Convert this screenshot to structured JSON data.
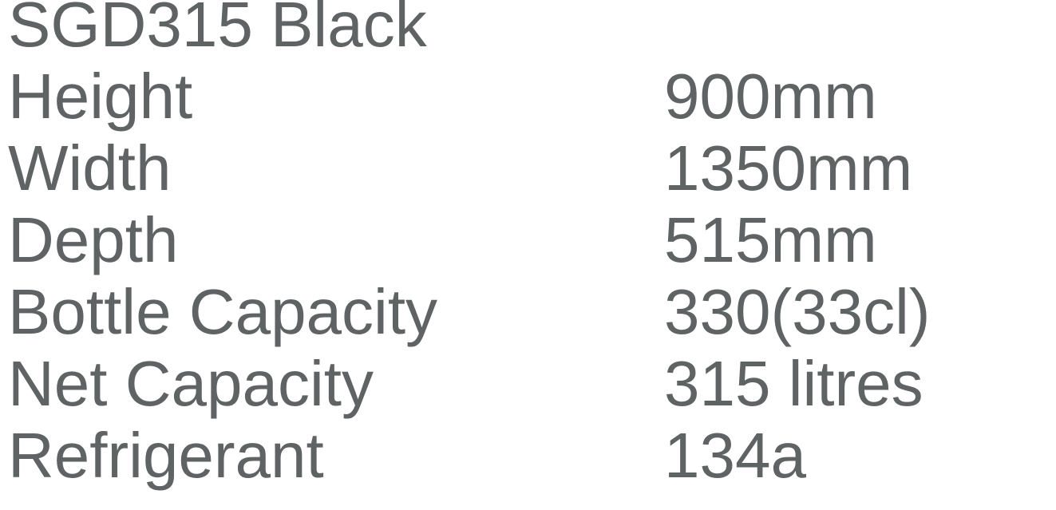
{
  "title": "SGD315 Black",
  "specs": [
    {
      "label": "Height",
      "value": "900mm"
    },
    {
      "label": "Width",
      "value": "1350mm"
    },
    {
      "label": "Depth",
      "value": "515mm"
    },
    {
      "label": "Bottle Capacity",
      "value": "330(33cl)"
    },
    {
      "label": "Net Capacity",
      "value": "315 litres"
    },
    {
      "label": "Refrigerant",
      "value": "134a"
    }
  ],
  "colors": {
    "text": "#5f6363",
    "background": "#ffffff"
  }
}
